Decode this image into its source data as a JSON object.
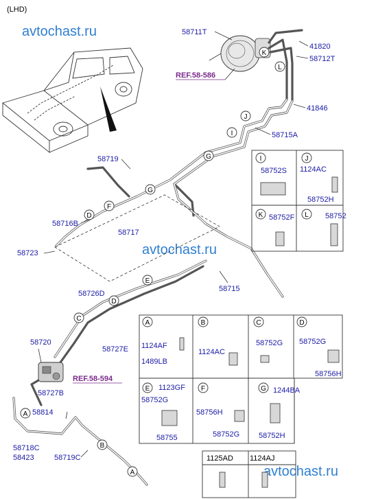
{
  "header": {
    "variant": "(LHD)"
  },
  "watermarks": [
    "avtochast.ru",
    "avtochast.ru",
    "avtochast.ru"
  ],
  "refs": [
    "REF.58-586",
    "REF.58-594"
  ],
  "main_labels": [
    {
      "id": "58711T",
      "text": "58711T"
    },
    {
      "id": "41820",
      "text": "41820"
    },
    {
      "id": "58712T",
      "text": "58712T"
    },
    {
      "id": "41846",
      "text": "41846"
    },
    {
      "id": "58715A",
      "text": "58715A"
    },
    {
      "id": "58719",
      "text": "58719"
    },
    {
      "id": "58716B",
      "text": "58716B"
    },
    {
      "id": "58717",
      "text": "58717"
    },
    {
      "id": "58723",
      "text": "58723"
    },
    {
      "id": "58715",
      "text": "58715"
    },
    {
      "id": "58726D",
      "text": "58726D"
    },
    {
      "id": "58727E",
      "text": "58727E"
    },
    {
      "id": "58720",
      "text": "58720"
    },
    {
      "id": "58727B",
      "text": "58727B"
    },
    {
      "id": "58814",
      "text": "58814"
    },
    {
      "id": "58718C",
      "text": "58718C"
    },
    {
      "id": "58423",
      "text": "58423"
    },
    {
      "id": "58719C",
      "text": "58719C"
    }
  ],
  "callouts": [
    "K",
    "L",
    "J",
    "I",
    "G",
    "G",
    "F",
    "D",
    "E",
    "D",
    "C",
    "A",
    "B",
    "A"
  ],
  "detail_boxes": {
    "I": [
      "58752S"
    ],
    "J": [
      "1124AC",
      "58752H"
    ],
    "K": [
      "58752F"
    ],
    "L": [
      "58752"
    ],
    "A": [
      "1124AF",
      "1489LB"
    ],
    "B": [
      "1124AC"
    ],
    "C": [
      "58752G"
    ],
    "D": [
      "58752G",
      "58756H"
    ],
    "E": [
      "1123GF",
      "58752G",
      "58755"
    ],
    "F": [
      "58756H",
      "58752G"
    ],
    "G": [
      "1244BA",
      "58752H"
    ]
  },
  "bolt_table": {
    "headers": [
      "1125AD",
      "1124AJ"
    ]
  }
}
